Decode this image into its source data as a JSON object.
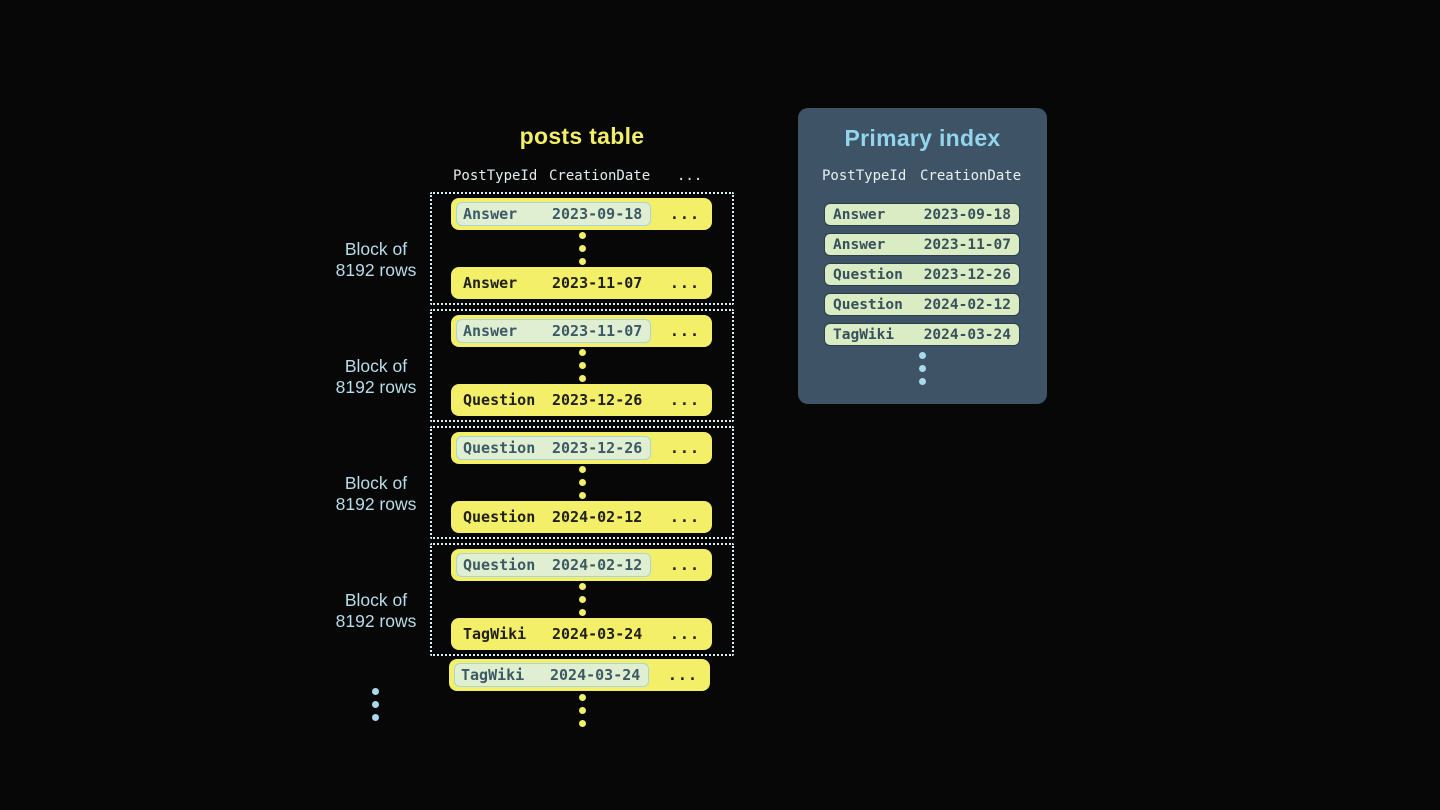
{
  "posts_table": {
    "title": "posts table",
    "headers": {
      "col1": "PostTypeId",
      "col2": "CreationDate",
      "col3": "..."
    },
    "block_label": {
      "line1": "Block of",
      "line2": "8192 rows"
    },
    "ellipsis": "...",
    "blocks": [
      {
        "first": {
          "type": "Answer",
          "date": "2023-09-18"
        },
        "last": {
          "type": "Answer",
          "date": "2023-11-07"
        }
      },
      {
        "first": {
          "type": "Answer",
          "date": "2023-11-07"
        },
        "last": {
          "type": "Question",
          "date": "2023-12-26"
        }
      },
      {
        "first": {
          "type": "Question",
          "date": "2023-12-26"
        },
        "last": {
          "type": "Question",
          "date": "2024-02-12"
        }
      },
      {
        "first": {
          "type": "Question",
          "date": "2024-02-12"
        },
        "last": {
          "type": "TagWiki",
          "date": "2024-03-24"
        }
      }
    ],
    "overflow_row": {
      "type": "TagWiki",
      "date": "2024-03-24"
    }
  },
  "primary_index": {
    "title": "Primary index",
    "headers": {
      "col1": "PostTypeId",
      "col2": "CreationDate"
    },
    "rows": [
      {
        "type": "Answer",
        "date": "2023-09-18"
      },
      {
        "type": "Answer",
        "date": "2023-11-07"
      },
      {
        "type": "Question",
        "date": "2023-12-26"
      },
      {
        "type": "Question",
        "date": "2024-02-12"
      },
      {
        "type": "TagWiki",
        "date": "2024-03-24"
      }
    ]
  },
  "colors": {
    "background": "#070707",
    "row_yellow": "#f3ef68",
    "highlight_mint": "#e0efd2",
    "highlight_border": "#a5d6e2",
    "panel_background": "#3e5365",
    "panel_title_blue": "#93d5ed",
    "label_blue": "#b7dcea",
    "dot_blue": "#a9d9ec",
    "index_row_mint": "#d9ecc4",
    "dark_text": "#20201d",
    "slate_text": "#3c5a66"
  }
}
